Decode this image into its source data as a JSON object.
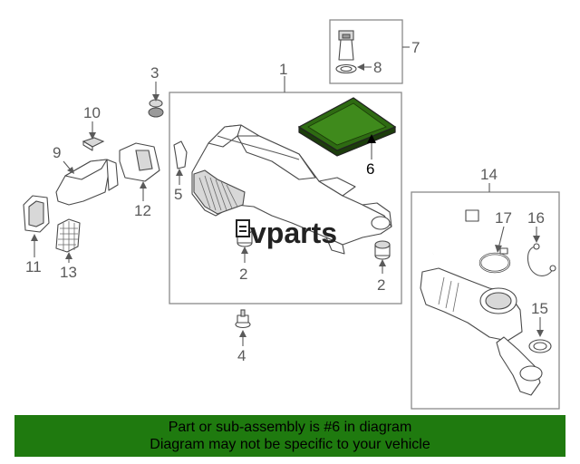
{
  "callouts": {
    "c1": "1",
    "c2a": "2",
    "c2b": "2",
    "c3": "3",
    "c4": "4",
    "c5": "5",
    "c6": "6",
    "c7": "7",
    "c8": "8",
    "c9": "9",
    "c10": "10",
    "c11": "11",
    "c12": "12",
    "c13": "13",
    "c14": "14",
    "c15": "15",
    "c16": "16",
    "c17": "17"
  },
  "watermark": {
    "text": "vparts"
  },
  "banner": {
    "line1": "Part or sub-assembly is #6 in diagram",
    "line2": "Diagram may not be specific to your vehicle"
  },
  "colors": {
    "highlight": "#2e6b12",
    "banner": "#1f7a0f"
  }
}
